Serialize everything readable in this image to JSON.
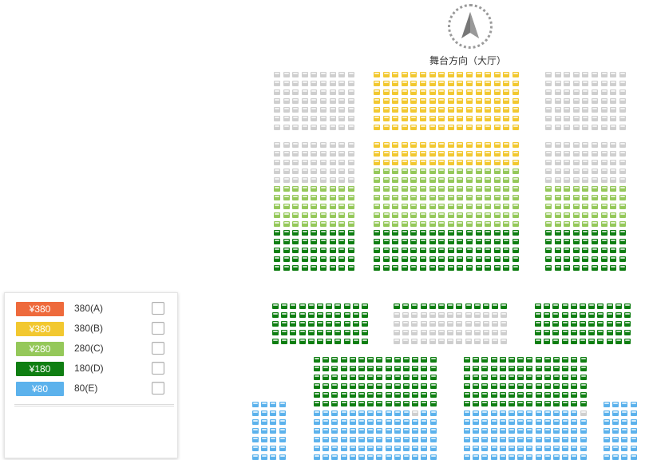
{
  "stage": {
    "label": "舞台方向（大厅）",
    "compass_icon": "north-arrow-icon"
  },
  "legend": {
    "items": [
      {
        "price": "¥380",
        "name": "380(A)",
        "color": "#ee6a3c",
        "checked": false
      },
      {
        "price": "¥380",
        "name": "380(B)",
        "color": "#f2c830",
        "checked": false
      },
      {
        "price": "¥280",
        "name": "280(C)",
        "color": "#95c85a",
        "checked": false
      },
      {
        "price": "¥180",
        "name": "180(D)",
        "color": "#0f7e12",
        "checked": false
      },
      {
        "price": "¥80",
        "name": "80(E)",
        "color": "#5cb2ec",
        "checked": false
      }
    ]
  },
  "seat_colors": {
    "B": "#f2c830",
    "C": "#95c85a",
    "D": "#0f7e12",
    "E": "#5cb2ec",
    "sold": "#cfcfcf"
  }
}
